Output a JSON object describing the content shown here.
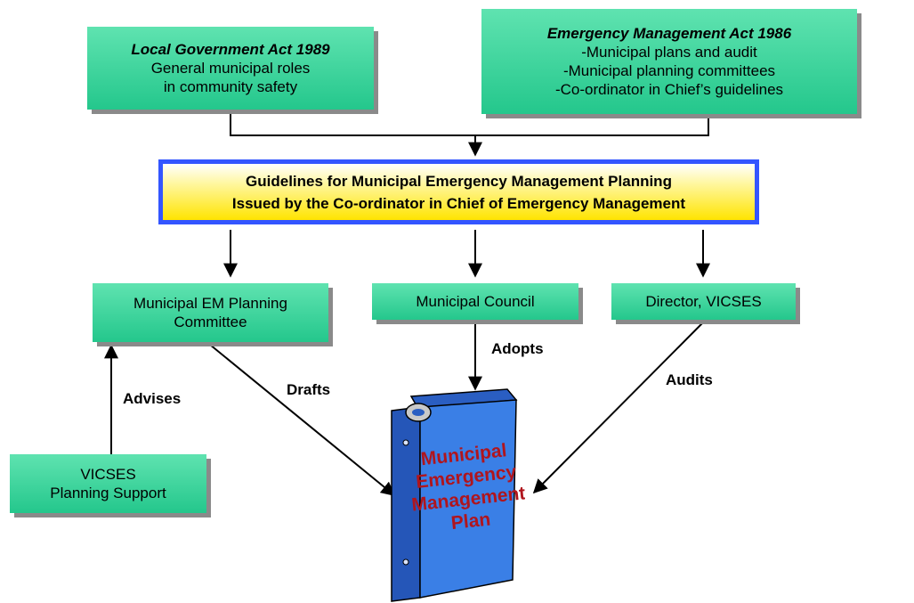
{
  "sources": {
    "lga": {
      "title": "Local Government Act 1989",
      "lines": [
        "General municipal roles",
        "in community safety"
      ]
    },
    "ema": {
      "title": "Emergency Management Act 1986",
      "lines": [
        "-Municipal plans and audit",
        "-Municipal planning committees",
        "-Co-ordinator in Chief’s guidelines"
      ]
    }
  },
  "guidelines": {
    "line1": "Guidelines for Municipal Emergency Management Planning",
    "line2": "Issued by the Co-ordinator in Chief of Emergency Management"
  },
  "bodies": {
    "committee": [
      "Municipal EM Planning",
      "Committee"
    ],
    "council": "Municipal Council",
    "director": "Director, VICSES",
    "vicses": [
      "VICSES",
      "Planning Support"
    ]
  },
  "relations": {
    "drafts": "Drafts",
    "adopts": "Adopts",
    "audits": "Audits",
    "advises": "Advises"
  },
  "plan": {
    "lines": [
      "Municipal",
      "Emergency",
      "Management",
      "Plan"
    ]
  },
  "colors": {
    "box_green": "#24c78c",
    "guide_border": "#3355ff",
    "guide_fill": "#ffe400",
    "binder_blue": "#3a7fe6",
    "plan_text": "#b0151d"
  }
}
